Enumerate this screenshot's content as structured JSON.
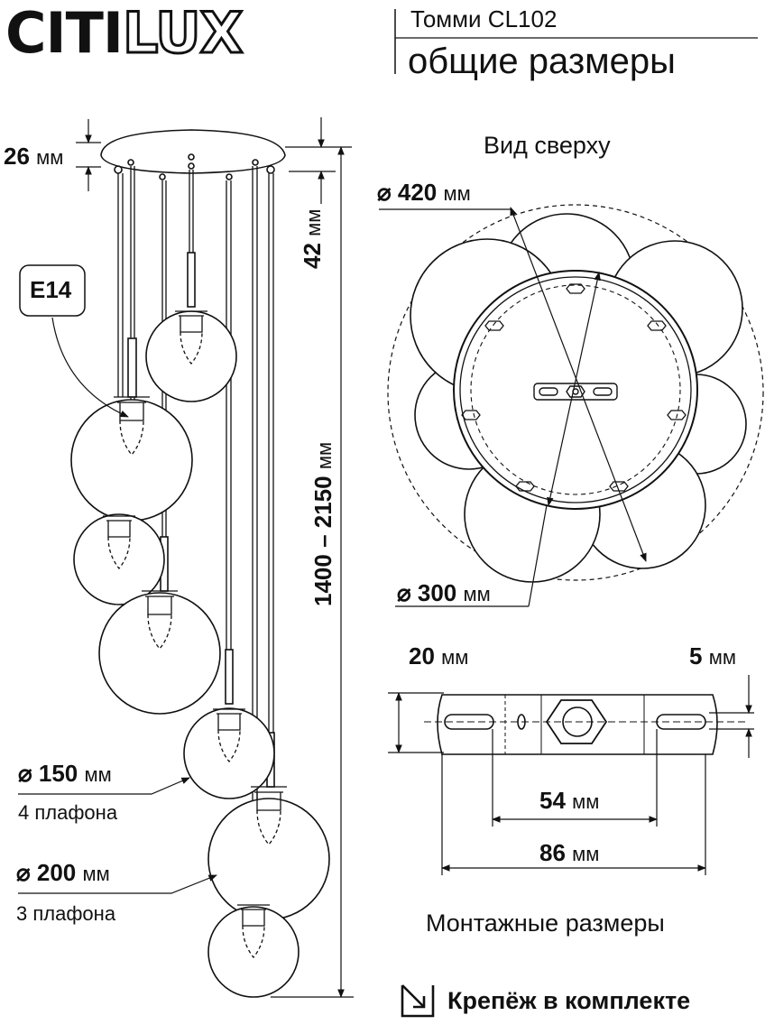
{
  "brand": {
    "logo_solid": "CITI",
    "logo_outline": "LUX"
  },
  "header": {
    "model": "Томми CL102",
    "subtitle": "общие размеры"
  },
  "side_view": {
    "canopy_height": "26",
    "unit": "мм",
    "canopy_depth": "42",
    "height_range": "1400 – 2150",
    "socket": "E14",
    "small_shade_dia": "150",
    "small_shade_count": "4 плафона",
    "large_shade_dia": "200",
    "large_shade_count": "3 плафона"
  },
  "top_view": {
    "title": "Вид сверху",
    "outer_dia": "420",
    "canopy_dia": "300",
    "unit": "мм"
  },
  "mount": {
    "slot_width": "20",
    "offset": "5",
    "slot_distance": "54",
    "plate_length": "86",
    "unit": "мм",
    "caption": "Монтажные размеры"
  },
  "footer": {
    "kit_note": "Крепёж в комплекте",
    "icon": "arrow-into-box-icon"
  }
}
